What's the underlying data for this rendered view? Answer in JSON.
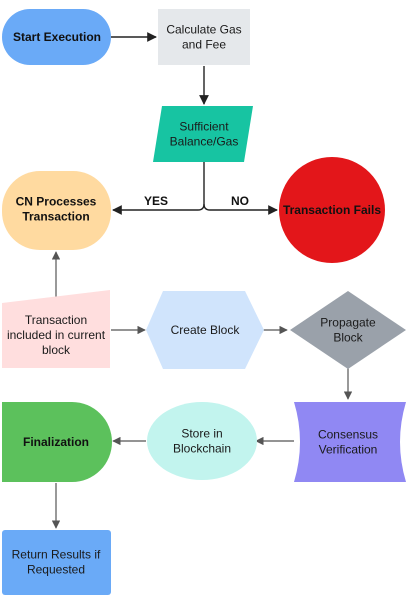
{
  "diagram": {
    "nodes": {
      "start_execution": {
        "label": [
          "Start Execution"
        ],
        "color": "#6aaaf7"
      },
      "calculate_gas": {
        "label": [
          "Calculate Gas",
          "and Fee"
        ],
        "color": "#e5e8eb"
      },
      "sufficient_balance": {
        "label": [
          "Sufficient",
          "Balance/Gas"
        ],
        "color": "#17c4a2"
      },
      "cn_processes": {
        "label": [
          "CN Processes",
          "Transaction"
        ],
        "color": "#ffdaa0"
      },
      "transaction_fails": {
        "label": [
          "Transaction Fails"
        ],
        "color": "#e3161a"
      },
      "transaction_included": {
        "label": [
          "Transaction",
          "included in current",
          "block"
        ],
        "color": "#ffdede"
      },
      "create_block": {
        "label": [
          "Create Block"
        ],
        "color": "#d0e4fc"
      },
      "propagate_block": {
        "label": [
          "Propagate",
          "Block"
        ],
        "color": "#9aa1aa"
      },
      "finalization": {
        "label": [
          "Finalization"
        ],
        "color": "#5cc15c"
      },
      "store_blockchain": {
        "label": [
          "Store in",
          "Blockchain"
        ],
        "color": "#c2f4ee"
      },
      "consensus": {
        "label": [
          "Consensus",
          "Verification"
        ],
        "color": "#9088f3"
      },
      "return_results": {
        "label": [
          "Return Results if",
          "Requested"
        ],
        "color": "#6aaaf7"
      }
    },
    "edge_labels": {
      "yes": "YES",
      "no": "NO"
    }
  }
}
